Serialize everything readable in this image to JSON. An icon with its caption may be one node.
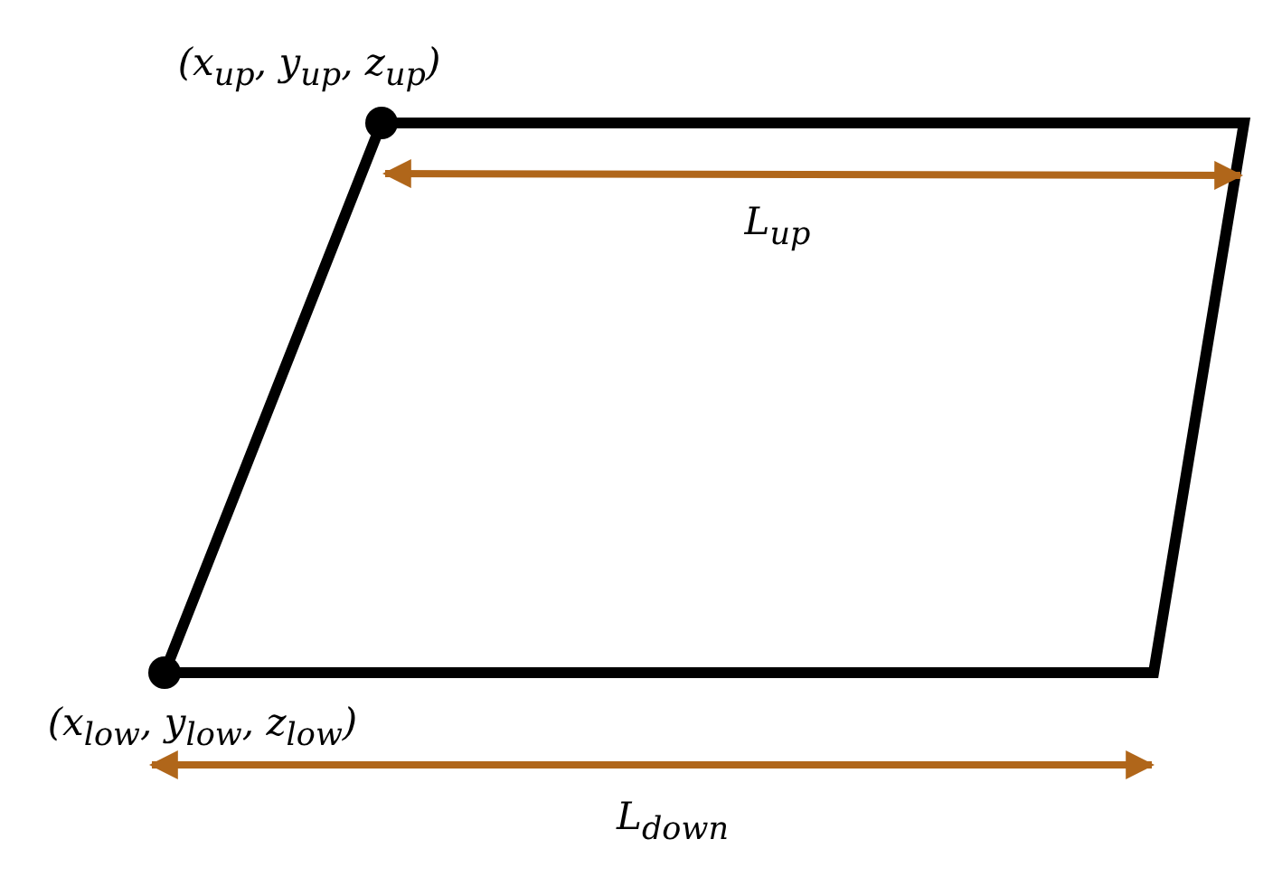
{
  "diagram": {
    "labels": [
      "(x$_{up}$, y$_{up}$, z$_{up}$)",
      "L$_{up}$",
      "(x$_{low}$, y$_{low}$, z$_{low}$)",
      "L$_{down}$"
    ]
  }
}
